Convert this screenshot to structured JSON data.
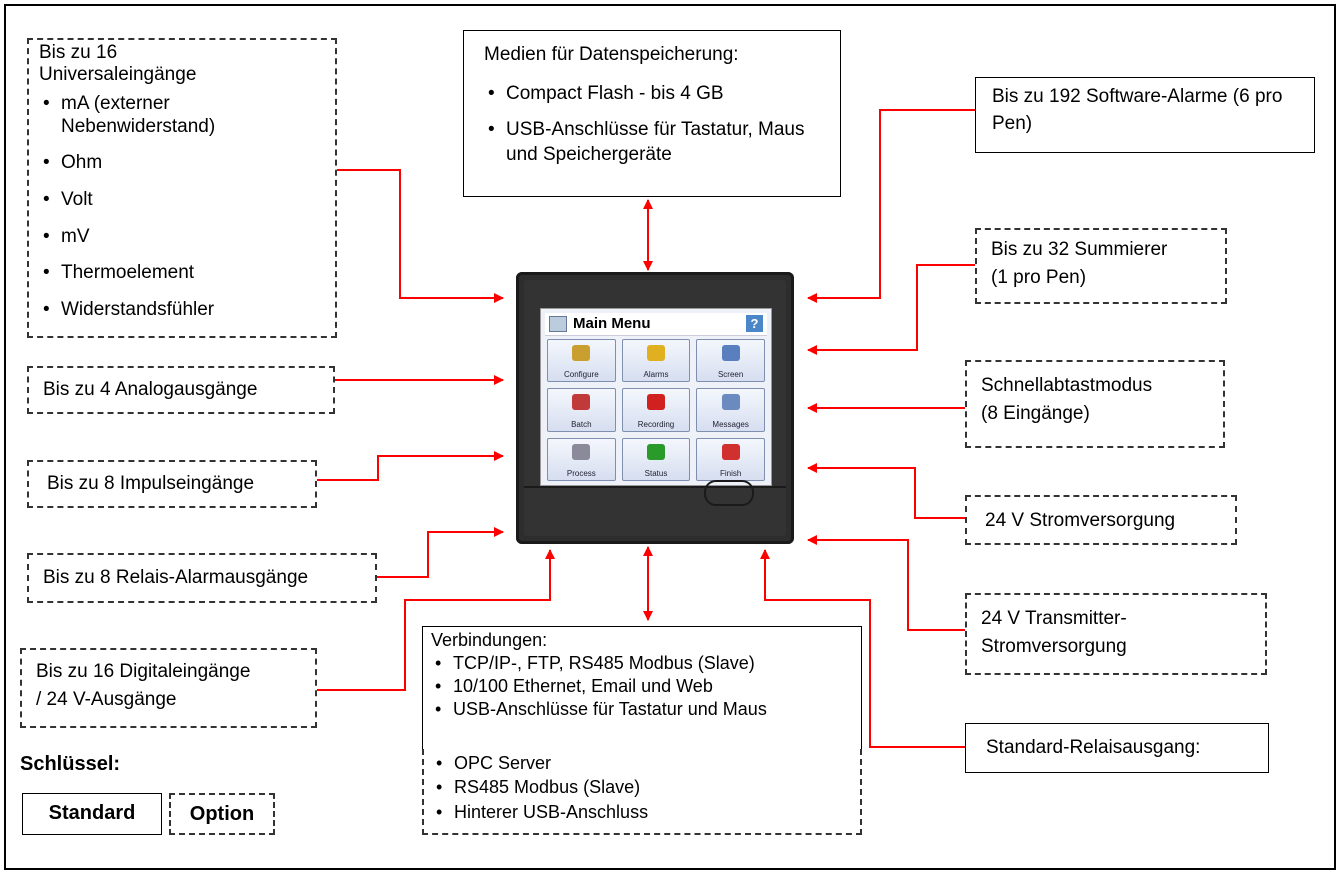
{
  "universal_inputs": {
    "title": "Bis zu 16 Universaleingänge",
    "items": [
      "mA (externer Nebenwiderstand)",
      "Ohm",
      "Volt",
      "mV",
      "Thermoelement",
      "Widerstandsfühler"
    ]
  },
  "analog_outputs": "Bis zu 4 Analogausgänge",
  "pulse_inputs": "Bis zu 8 Impulseingänge",
  "relay_alarm_outputs": "Bis zu 8 Relais-Alarmausgänge",
  "digital_io": "Bis zu 16 Digitaleingänge / 24 V-Ausgänge",
  "storage": {
    "title": "Medien für Datenspeicherung:",
    "items": [
      "Compact Flash - bis 4 GB",
      "USB-Anschlüsse für Tastatur, Maus und Speichergeräte"
    ]
  },
  "software_alarms": "Bis zu 192 Software-Alarme (6 pro Pen)",
  "totalizers": "Bis zu 32 Summierer (1 pro Pen)",
  "fast_scan": "Schnellabtastmodus (8 Eingänge)",
  "power_24v": "24 V Stromversorgung",
  "transmitter_power": "24 V Transmitter-Stromversorgung",
  "standard_relay": "Standard-Relaisausgang:",
  "connections": {
    "title": "Verbindungen:",
    "standard_items": [
      "TCP/IP-, FTP, RS485 Modbus (Slave)",
      "10/100 Ethernet, Email und Web",
      "USB-Anschlüsse für Tastatur und Maus"
    ],
    "option_items": [
      "OPC Server",
      "RS485 Modbus (Slave)",
      "Hinterer USB-Anschluss"
    ]
  },
  "legend": {
    "title": "Schlüssel:",
    "standard": "Standard",
    "option": "Option"
  },
  "device_screen": {
    "title": "Main Menu",
    "help": "?",
    "tiles": [
      {
        "label": "Configure",
        "icon": "configure-icon",
        "color": "#c9a030"
      },
      {
        "label": "Alarms",
        "icon": "bell-icon",
        "color": "#e0b020"
      },
      {
        "label": "Screen",
        "icon": "screen-icon",
        "color": "#5a7fbf"
      },
      {
        "label": "Batch",
        "icon": "batch-icon",
        "color": "#c03a3a"
      },
      {
        "label": "Recording",
        "icon": "recording-icon",
        "color": "#d02020"
      },
      {
        "label": "Messages",
        "icon": "messages-icon",
        "color": "#6a8ac0"
      },
      {
        "label": "Process",
        "icon": "calculator-icon",
        "color": "#8a8a9a"
      },
      {
        "label": "Status",
        "icon": "info-icon",
        "color": "#2a9a2a"
      },
      {
        "label": "Finish",
        "icon": "exit-icon",
        "color": "#d03030"
      }
    ]
  },
  "colors": {
    "arrow": "#ff0000"
  }
}
